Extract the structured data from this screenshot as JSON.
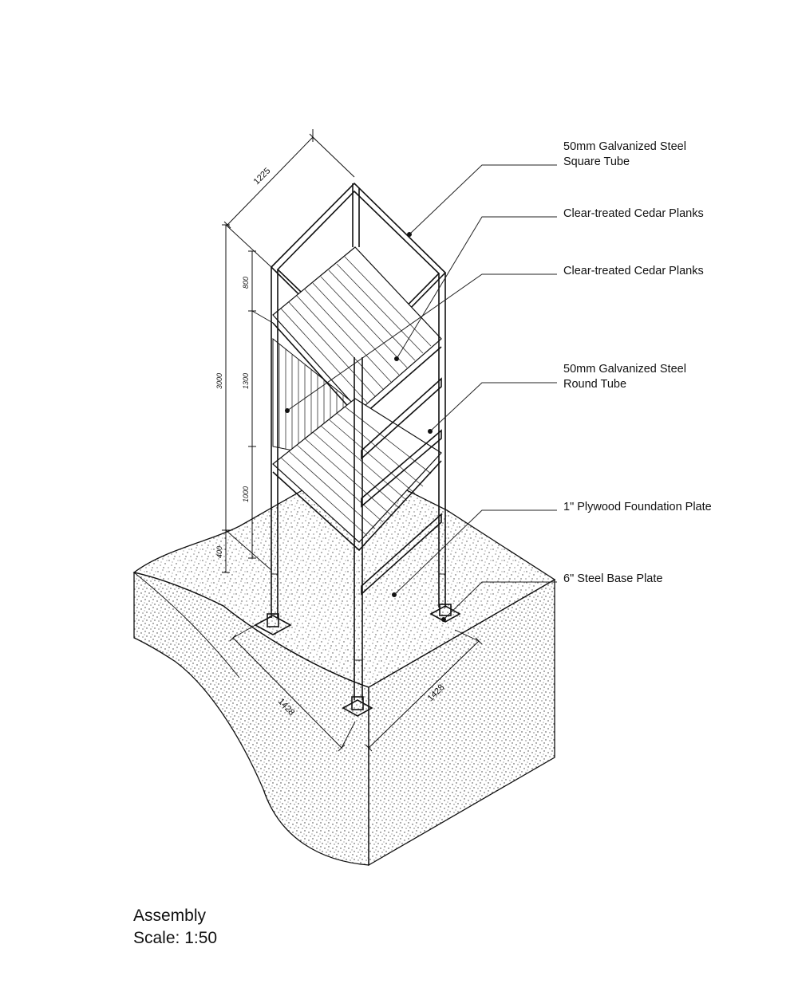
{
  "title_block": {
    "title": "Assembly",
    "scale": "Scale: 1:50"
  },
  "callouts": [
    {
      "line1": "50mm Galvanized Steel",
      "line2": "Square Tube"
    },
    {
      "line1": "Clear-treated Cedar Planks",
      "line2": ""
    },
    {
      "line1": "Clear-treated Cedar Planks",
      "line2": ""
    },
    {
      "line1": "50mm Galvanized Steel",
      "line2": "Round Tube"
    },
    {
      "line1": "1\" Plywood Foundation Plate",
      "line2": ""
    },
    {
      "line1": "6\" Steel Base Plate",
      "line2": ""
    }
  ],
  "dimensions": {
    "top_width": "1225",
    "base_left": "1428",
    "base_right": "1428",
    "overall_height": "3000",
    "seg_top": "800",
    "seg_mid": "1300",
    "seg_lower": "1000",
    "seg_bottom": "400"
  },
  "colors": {
    "line": "#111111",
    "stipple": "#444444",
    "background": "#ffffff"
  }
}
